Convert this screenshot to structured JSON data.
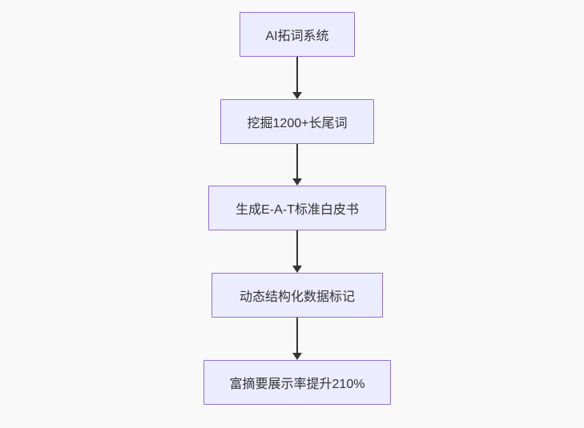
{
  "diagram": {
    "type": "flowchart",
    "direction": "top-down",
    "nodes": [
      {
        "id": "n1",
        "label": "AI拓词系统"
      },
      {
        "id": "n2",
        "label": "挖掘1200+长尾词"
      },
      {
        "id": "n3",
        "label": "生成E-A-T标准白皮书"
      },
      {
        "id": "n4",
        "label": "动态结构化数据标记"
      },
      {
        "id": "n5",
        "label": "富摘要展示率提升210%"
      }
    ],
    "edges": [
      {
        "from": "n1",
        "to": "n2",
        "style": "solid-arrow"
      },
      {
        "from": "n2",
        "to": "n3",
        "style": "solid-arrow"
      },
      {
        "from": "n3",
        "to": "n4",
        "style": "solid-arrow"
      },
      {
        "from": "n4",
        "to": "n5",
        "style": "solid-arrow"
      }
    ],
    "colors": {
      "background": "#F9F9F9",
      "node_fill": "#ECECFF",
      "node_border": "#9370DB",
      "arrow": "#333333",
      "text": "#333333"
    }
  }
}
